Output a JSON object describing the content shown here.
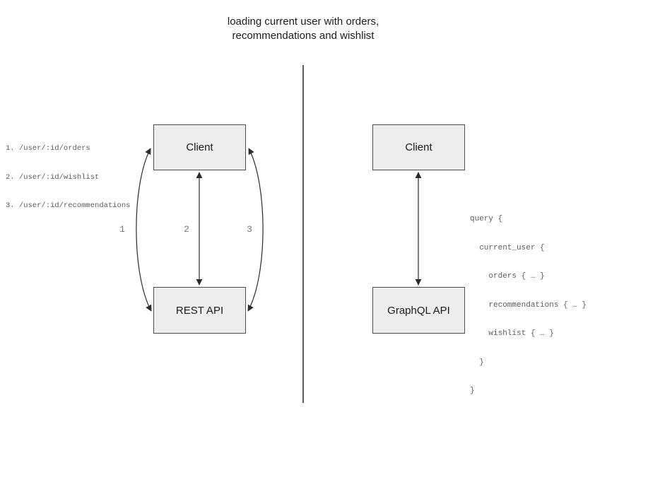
{
  "title": {
    "line1": "loading current user with orders,",
    "line2": "recommendations and wishlist"
  },
  "rest_panel": {
    "client_box_label": "Client",
    "api_box_label": "REST API",
    "routes": [
      "1. /user/:id/orders",
      "2. /user/:id/wishlist",
      "3. /user/:id/recommendations"
    ],
    "arrow_labels": {
      "first": "1",
      "second": "2",
      "third": "3"
    }
  },
  "graphql_panel": {
    "client_box_label": "Client",
    "api_box_label": "GraphQL API",
    "query_lines": [
      "query {",
      "  current_user {",
      "    orders { … }",
      "    recommendations { … }",
      "    wishlist { … }",
      "  }",
      "}"
    ]
  },
  "colors": {
    "background": "#ffffff",
    "box_fill": "#ededed",
    "box_border": "#4d4d4d",
    "arrow_stroke": "#2b2b2b",
    "divider": "#5c5c5c",
    "muted_text": "#5e5e5e",
    "label_text": "#787878",
    "heading_text": "#1c1c1c"
  }
}
